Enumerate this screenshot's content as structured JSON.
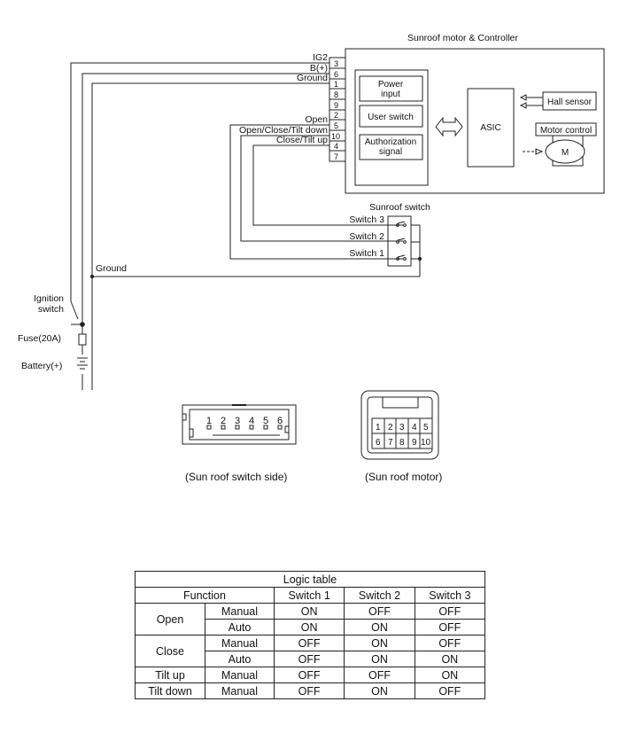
{
  "diagram": {
    "controller_title": "Sunroof motor & Controller",
    "pins_connector": [
      "3",
      "6",
      "1",
      "8",
      "9",
      "2",
      "5",
      "10",
      "4",
      "7"
    ],
    "wire_labels": {
      "ig2": "IG2",
      "bplus": "B(+)",
      "ground_top": "Ground",
      "open": "Open",
      "open_close_tilt_down": "Open/Close/Tilt down",
      "close_tilt_up": "Close/Tilt up",
      "ground_mid": "Ground"
    },
    "blocks": {
      "power_input": [
        "Power",
        "input"
      ],
      "user_switch": "User switch",
      "authorization": [
        "Authorization",
        "signal"
      ],
      "asic": "ASIC",
      "hall_sensor": "Hall sensor",
      "motor_control": "Motor control",
      "motor": "M"
    },
    "sunroof_switch": {
      "title": "Sunroof switch",
      "switches": [
        "Switch 3",
        "Switch 2",
        "Switch 1"
      ]
    },
    "power": {
      "ignition_switch": [
        "Ignition",
        "switch"
      ],
      "fuse": "Fuse(20A)",
      "battery": "Battery(+)"
    },
    "connectors": {
      "switch_side_pins": [
        "1",
        "2",
        "3",
        "4",
        "5",
        "6"
      ],
      "switch_side_caption": "(Sun roof switch side)",
      "motor_pins_row1": [
        "1",
        "2",
        "3",
        "4",
        "5"
      ],
      "motor_pins_row2": [
        "6",
        "7",
        "8",
        "9",
        "10"
      ],
      "motor_caption": "(Sun roof motor)"
    }
  },
  "logic_table": {
    "title": "Logic table",
    "headers": [
      "Function",
      "Switch 1",
      "Switch 2",
      "Switch 3"
    ],
    "rows": [
      {
        "function": "Open",
        "mode": "Manual",
        "s1": "ON",
        "s2": "OFF",
        "s3": "OFF"
      },
      {
        "function": "",
        "mode": "Auto",
        "s1": "ON",
        "s2": "ON",
        "s3": "OFF"
      },
      {
        "function": "Close",
        "mode": "Manual",
        "s1": "OFF",
        "s2": "ON",
        "s3": "OFF"
      },
      {
        "function": "",
        "mode": "Auto",
        "s1": "OFF",
        "s2": "ON",
        "s3": "ON"
      },
      {
        "function": "Tilt up",
        "mode": "Manual",
        "s1": "OFF",
        "s2": "OFF",
        "s3": "ON"
      },
      {
        "function": "Tilt down",
        "mode": "Manual",
        "s1": "OFF",
        "s2": "ON",
        "s3": "OFF"
      }
    ]
  }
}
